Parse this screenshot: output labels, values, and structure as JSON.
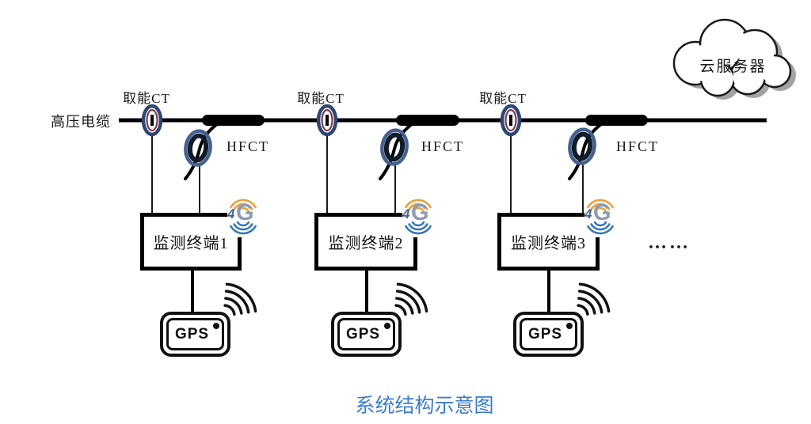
{
  "diagram": {
    "caption": "系统结构示意图",
    "cable_label": "高压电缆",
    "cloud_label": "云服务器",
    "ellipsis": "……",
    "units": [
      {
        "ct_label": "取能CT",
        "hfct_label": "HFCT",
        "terminal_label": "监测终端1",
        "g4_prefix": "4",
        "g4_letter": "G",
        "gps_label": "GPS"
      },
      {
        "ct_label": "取能CT",
        "hfct_label": "HFCT",
        "terminal_label": "监测终端2",
        "g4_prefix": "4",
        "g4_letter": "G",
        "gps_label": "GPS"
      },
      {
        "ct_label": "取能CT",
        "hfct_label": "HFCT",
        "terminal_label": "监测终端3",
        "g4_prefix": "4",
        "g4_letter": "G",
        "gps_label": "GPS"
      }
    ],
    "colors": {
      "caption_blue": "#3C7CCE",
      "ct_ring_navy": "#2E4673",
      "ct_ring_maroon": "#7B3A50",
      "hfct_halo_blue": "#46618F",
      "g4_orange": "#E8A13C",
      "g4_blue": "#3577B8",
      "g4_letter_gray_blue": "#8D9CB3",
      "cloud_shadow_gray": "#A3A3A3"
    }
  }
}
